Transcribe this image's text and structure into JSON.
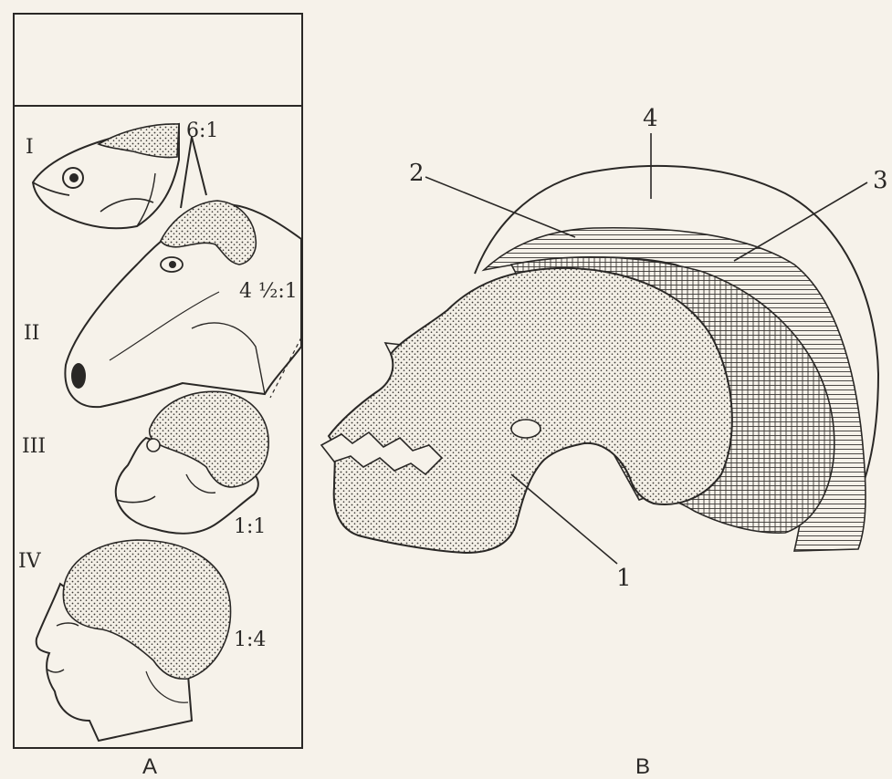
{
  "panel_a": {
    "label": "A",
    "rows": [
      {
        "numeral": "I",
        "ratio": "6:1",
        "subject": "fish"
      },
      {
        "numeral": "II",
        "ratio": "4 ½:1",
        "subject": "horse"
      },
      {
        "numeral": "III",
        "ratio": "1:1",
        "subject": "ape"
      },
      {
        "numeral": "IV",
        "ratio": "1:4",
        "subject": "human"
      }
    ]
  },
  "panel_b": {
    "label": "B",
    "callouts": [
      "1",
      "2",
      "3",
      "4"
    ]
  },
  "colors": {
    "paper": "#f6f2ea",
    "ink": "#2a2826",
    "stipple": "#3a3734"
  }
}
